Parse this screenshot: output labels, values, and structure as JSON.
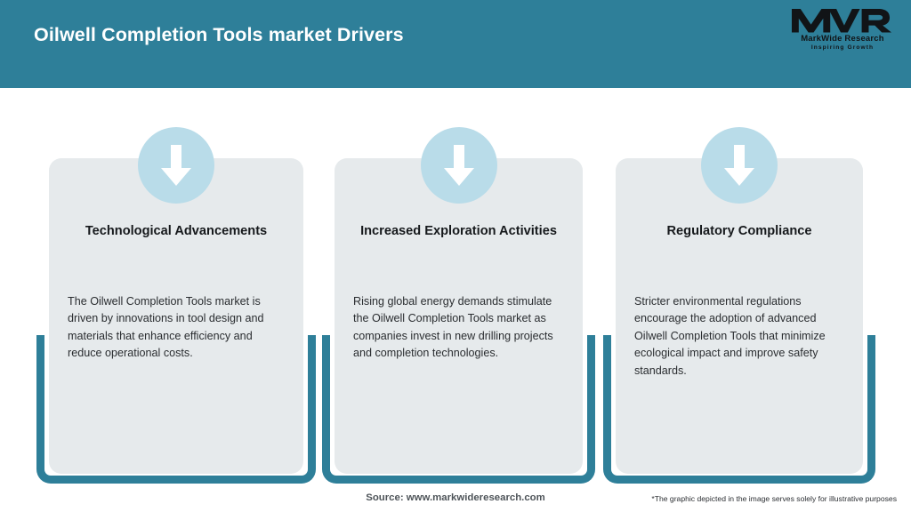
{
  "header": {
    "title": "Oilwell Completion Tools market Drivers",
    "background_color": "#2e7f99",
    "title_color": "#ffffff"
  },
  "logo": {
    "mark": "MWR",
    "name": "MarkWide Research",
    "tagline": "Inspiring Growth"
  },
  "theme": {
    "accent_teal": "#2e7f99",
    "circle_blue": "#b9dce9",
    "card_gray": "#e6eaec",
    "arrow_white": "#ffffff"
  },
  "cards": [
    {
      "icon": "down-arrow-icon",
      "title": "Technological Advancements",
      "body": "The Oilwell Completion Tools market is driven by innovations in tool design and materials that enhance efficiency and reduce operational costs."
    },
    {
      "icon": "down-arrow-icon",
      "title": "Increased Exploration Activities",
      "body": "Rising global energy demands stimulate the Oilwell Completion Tools market as companies invest in new drilling projects and completion technologies."
    },
    {
      "icon": "down-arrow-icon",
      "title": "Regulatory Compliance",
      "body": "Stricter environmental regulations encourage the adoption of advanced Oilwell Completion Tools that minimize ecological impact and improve safety standards."
    }
  ],
  "footer": {
    "source": "Source: www.markwideresearch.com",
    "disclaimer": "*The graphic depicted in the image serves solely for illustrative purposes"
  }
}
